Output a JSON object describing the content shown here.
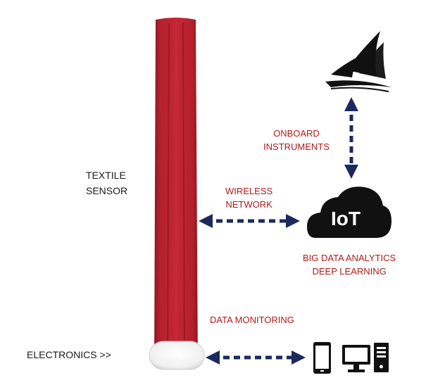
{
  "labels": {
    "textile_sensor": [
      "TEXTILE",
      "SENSOR"
    ],
    "electronics": "ELECTRONICS >>",
    "onboard_instruments": [
      "ONBOARD",
      "INSTRUMENTS"
    ],
    "wireless_network": [
      "WIRELESS",
      "NETWORK"
    ],
    "analytics": [
      "BIG DATA ANALYTICS",
      "DEEP LEARNING"
    ],
    "data_monitoring": "DATA MONITORING",
    "iot": "IoT"
  },
  "colors": {
    "strap_red": "#b3202c",
    "strap_dark": "#8e1620",
    "arrow_navy": "#1a2a5e",
    "label_red": "#b01a1a",
    "icon_black": "#111111"
  },
  "icons": [
    "sailboat-logo-icon",
    "cloud-icon",
    "smartphone-icon",
    "desktop-computer-icon"
  ]
}
